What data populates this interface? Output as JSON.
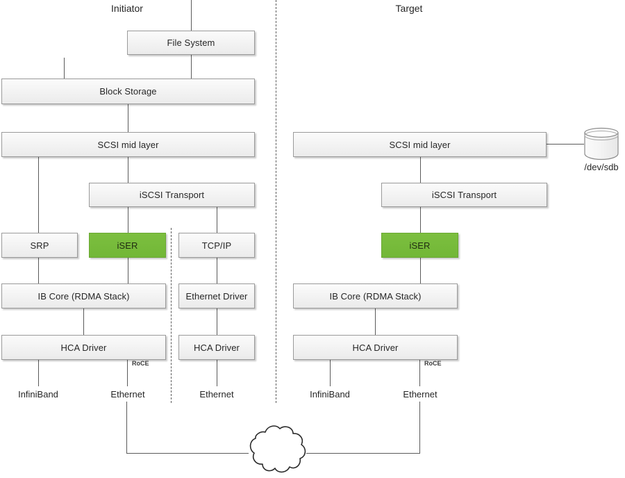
{
  "diagram": {
    "title_initiator": "Initiator",
    "title_target": "Target",
    "accent_green": "#77bb3b",
    "box_fill": "#f2f2f2",
    "box_border": "#9a9a9a",
    "line_color": "#5a5a5a"
  },
  "initiator": {
    "boxes": [
      {
        "id": "file-system",
        "label": "File System"
      },
      {
        "id": "block-storage",
        "label": "Block Storage"
      },
      {
        "id": "scsi-mid-layer",
        "label": "SCSI mid layer"
      },
      {
        "id": "iscsi-transport",
        "label": "iSCSI Transport"
      },
      {
        "id": "srp",
        "label": "SRP"
      },
      {
        "id": "iser",
        "label": "iSER"
      },
      {
        "id": "tcp-ip",
        "label": "TCP/IP"
      },
      {
        "id": "ib-core",
        "label": "IB Core (RDMA Stack)"
      },
      {
        "id": "ethernet-driver",
        "label": "Ethernet Driver"
      },
      {
        "id": "hca-driver-ib",
        "label": "HCA Driver"
      },
      {
        "id": "hca-driver-eth",
        "label": "HCA Driver"
      }
    ],
    "annotations": {
      "roce": "RoCE"
    },
    "endpoints": [
      {
        "id": "infiniband",
        "label": "InfiniBand"
      },
      {
        "id": "ethernet-roce",
        "label": "Ethernet"
      },
      {
        "id": "ethernet-tcp",
        "label": "Ethernet"
      }
    ]
  },
  "target": {
    "boxes": [
      {
        "id": "scsi-mid-layer",
        "label": "SCSI mid layer"
      },
      {
        "id": "iscsi-transport",
        "label": "iSCSI Transport"
      },
      {
        "id": "iser",
        "label": "iSER"
      },
      {
        "id": "ib-core",
        "label": "IB Core (RDMA Stack)"
      },
      {
        "id": "hca-driver",
        "label": "HCA Driver"
      }
    ],
    "annotations": {
      "roce": "RoCE"
    },
    "endpoints": [
      {
        "id": "infiniband",
        "label": "InfiniBand"
      },
      {
        "id": "ethernet-roce",
        "label": "Ethernet"
      }
    ],
    "storage": {
      "id": "dev-sdb",
      "label": "/dev/sdb"
    }
  },
  "network": {
    "cloud_label": ""
  }
}
